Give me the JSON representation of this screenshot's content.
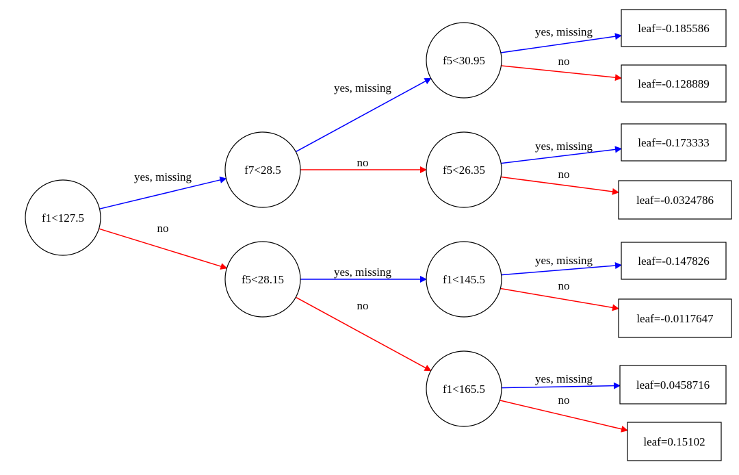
{
  "colors": {
    "yes_edge": "#0000ff",
    "no_edge": "#ff0000",
    "node_stroke": "#000000",
    "background": "#ffffff"
  },
  "tree": {
    "nodes": [
      {
        "id": "n0",
        "label": "f1<127.5"
      },
      {
        "id": "n1",
        "label": "f7<28.5"
      },
      {
        "id": "n2",
        "label": "f5<28.15"
      },
      {
        "id": "n3",
        "label": "f5<30.95"
      },
      {
        "id": "n4",
        "label": "f5<26.35"
      },
      {
        "id": "n5",
        "label": "f1<145.5"
      },
      {
        "id": "n6",
        "label": "f1<165.5"
      }
    ],
    "leaves": [
      {
        "id": "l0",
        "label": "leaf=-0.185586"
      },
      {
        "id": "l1",
        "label": "leaf=-0.128889"
      },
      {
        "id": "l2",
        "label": "leaf=-0.173333"
      },
      {
        "id": "l3",
        "label": "leaf=-0.0324786"
      },
      {
        "id": "l4",
        "label": "leaf=-0.147826"
      },
      {
        "id": "l5",
        "label": "leaf=-0.0117647"
      },
      {
        "id": "l6",
        "label": "leaf=0.0458716"
      },
      {
        "id": "l7",
        "label": "leaf=0.15102"
      }
    ],
    "edges": [
      {
        "from": "n0",
        "to": "n1",
        "type": "yes",
        "label": "yes, missing"
      },
      {
        "from": "n0",
        "to": "n2",
        "type": "no",
        "label": "no"
      },
      {
        "from": "n1",
        "to": "n3",
        "type": "yes",
        "label": "yes, missing"
      },
      {
        "from": "n1",
        "to": "n4",
        "type": "no",
        "label": "no"
      },
      {
        "from": "n2",
        "to": "n5",
        "type": "yes",
        "label": "yes, missing"
      },
      {
        "from": "n2",
        "to": "n6",
        "type": "no",
        "label": "no"
      },
      {
        "from": "n3",
        "to": "l0",
        "type": "yes",
        "label": "yes, missing"
      },
      {
        "from": "n3",
        "to": "l1",
        "type": "no",
        "label": "no"
      },
      {
        "from": "n4",
        "to": "l2",
        "type": "yes",
        "label": "yes, missing"
      },
      {
        "from": "n4",
        "to": "l3",
        "type": "no",
        "label": "no"
      },
      {
        "from": "n5",
        "to": "l4",
        "type": "yes",
        "label": "yes, missing"
      },
      {
        "from": "n5",
        "to": "l5",
        "type": "no",
        "label": "no"
      },
      {
        "from": "n6",
        "to": "l6",
        "type": "yes",
        "label": "yes, missing"
      },
      {
        "from": "n6",
        "to": "l7",
        "type": "no",
        "label": "no"
      }
    ]
  }
}
